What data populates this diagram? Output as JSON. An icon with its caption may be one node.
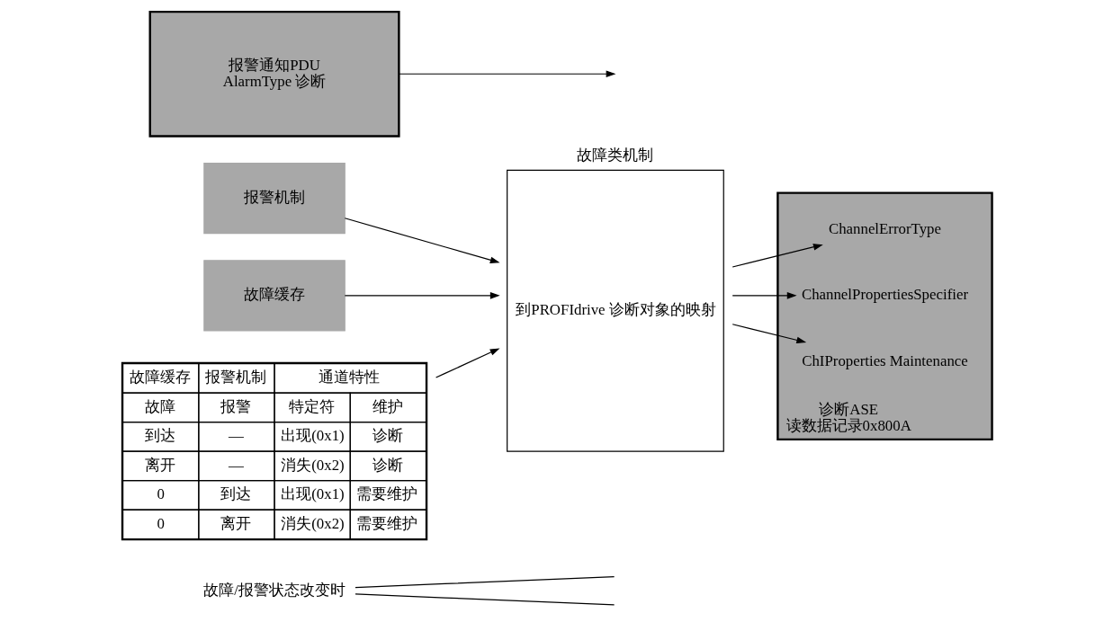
{
  "diagram": {
    "nodes": [
      {
        "text": [
          "故障/报警状态改变时"
        ]
      },
      {
        "text": [
          "故障类机制",
          "到PROFIdrive 诊断对象的映射"
        ]
      },
      {
        "text": [
          "报警机制"
        ]
      },
      {
        "text": [
          "故障缓存"
        ]
      },
      {
        "text": [
          "报警通知PDU",
          "AlarmType 诊断"
        ]
      },
      {
        "text": [
          "诊断ASE",
          "读数据记录0x800A"
        ]
      },
      {
        "text": [
          "ChannelErrorType"
        ],
        "in": 5
      },
      {
        "text": [
          "ChannelPropertiesSpecifier"
        ],
        "in": 5
      },
      {
        "text": [
          "ChIProperties Maintenance"
        ],
        "in": 5
      },
      {
        "text": [
          "故障缓存",
          "报警机制",
          "通道特性",
          "故障",
          "报警",
          "特定符",
          "维护",
          "到达",
          "—",
          "出现(0x1)",
          "诊断",
          "离开",
          "—",
          "消失(0x2)",
          "诊断",
          "0",
          "到达",
          "出现(0x1)",
          "需要维护",
          "0",
          "离开",
          "消失(0x2)",
          "需要维护"
        ]
      }
    ],
    "edges": [
      {
        "from": 2,
        "to": 1,
        "arrow": "to"
      },
      {
        "from": 3,
        "to": 1,
        "arrow": "to"
      },
      {
        "from": 0,
        "to": null,
        "arrow": "none"
      },
      {
        "from": 0,
        "to": null,
        "arrow": "none"
      },
      {
        "from": 1,
        "to": 6,
        "arrow": "to"
      },
      {
        "from": 1,
        "to": 7,
        "arrow": "to"
      },
      {
        "from": 1,
        "to": 8,
        "arrow": "to"
      },
      {
        "from": 9,
        "to": 1,
        "arrow": "to"
      },
      {
        "from": 4,
        "to": null,
        "arrow": "to"
      }
    ]
  }
}
